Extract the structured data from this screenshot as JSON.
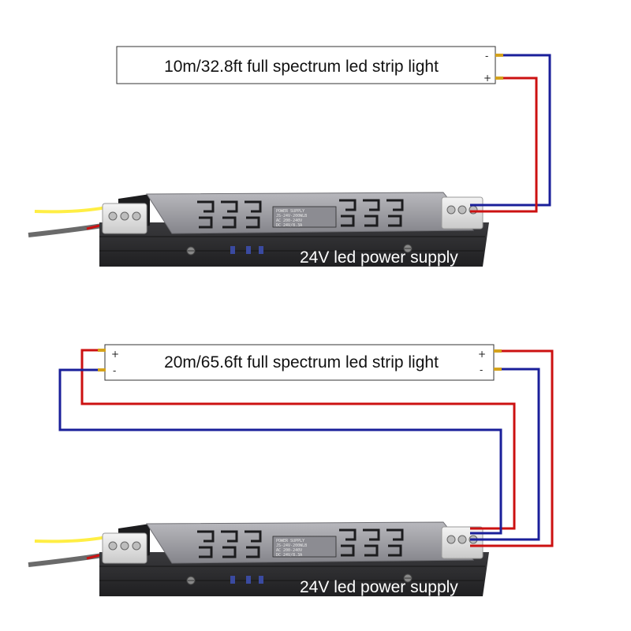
{
  "colors": {
    "positive_wire": "#cc1111",
    "negative_wire": "#1a1f9a",
    "ac_yellow": "#ffee44",
    "ac_cable": "#6a6a6a",
    "lead": "#d4a21c",
    "psu_body": "#2a2a2c",
    "psu_label": "#9a9aa0"
  },
  "diagram1": {
    "strip_label": "10m/32.8ft full spectrum led strip light",
    "strip_neg": "-",
    "strip_pos": "+",
    "psu_label": "24V led power supply"
  },
  "diagram2": {
    "strip_label": "20m/65.6ft full spectrum led strip light",
    "left_pos": "+",
    "left_neg": "-",
    "right_pos": "+",
    "right_neg": "-",
    "psu_label": "24V led power supply"
  },
  "psu_plate": {
    "line1": "POWER SUPPLY",
    "line2": "JS-24V-200WLB",
    "line3": "AC 200-240V",
    "line4": "DC 24V/8.3A"
  },
  "icons": [
    "power-supply-icon",
    "led-strip-icon",
    "screw-terminal-icon",
    "wire-icon"
  ]
}
